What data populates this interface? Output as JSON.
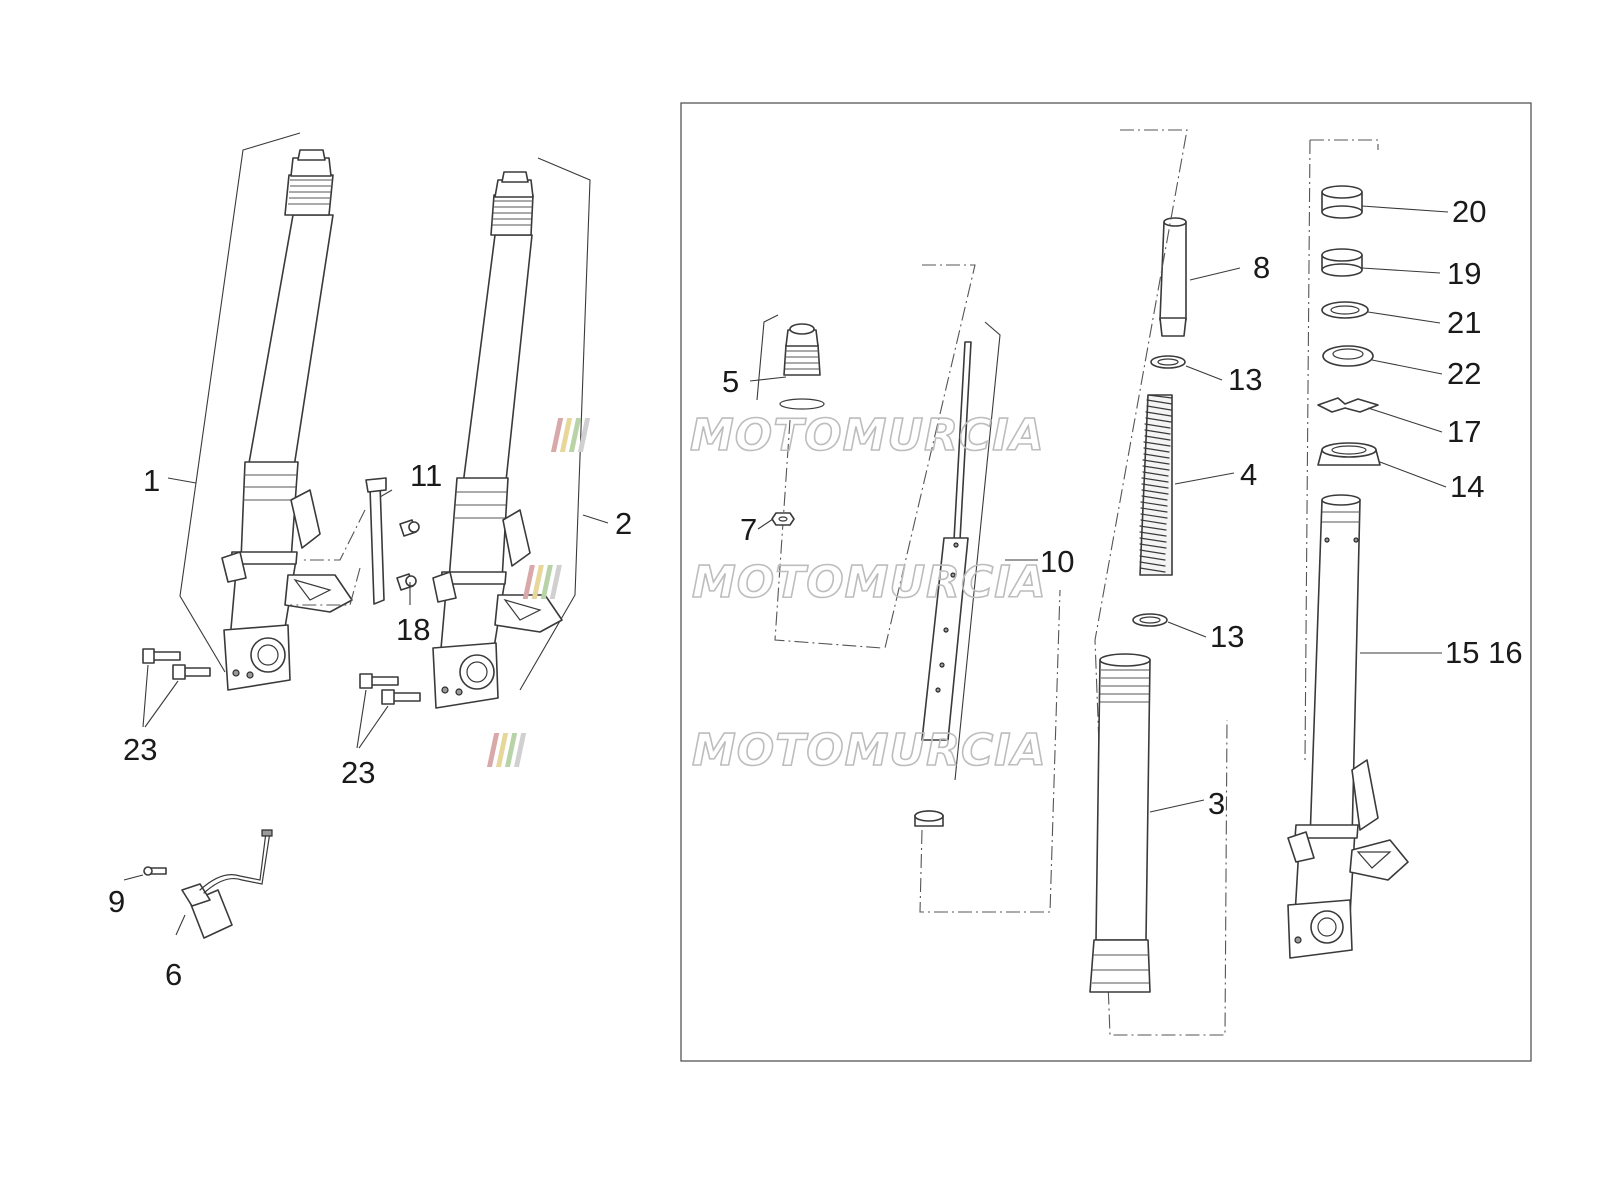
{
  "labels": [
    {
      "id": "1",
      "text": "1"
    },
    {
      "id": "2",
      "text": "2"
    },
    {
      "id": "3",
      "text": "3"
    },
    {
      "id": "4",
      "text": "4"
    },
    {
      "id": "5",
      "text": "5"
    },
    {
      "id": "6",
      "text": "6"
    },
    {
      "id": "7",
      "text": "7"
    },
    {
      "id": "8",
      "text": "8"
    },
    {
      "id": "9",
      "text": "9"
    },
    {
      "id": "10",
      "text": "10"
    },
    {
      "id": "11",
      "text": "11"
    },
    {
      "id": "13a",
      "text": "13"
    },
    {
      "id": "13b",
      "text": "13"
    },
    {
      "id": "14",
      "text": "14"
    },
    {
      "id": "1516",
      "text": "15 16"
    },
    {
      "id": "17",
      "text": "17"
    },
    {
      "id": "18",
      "text": "18"
    },
    {
      "id": "19",
      "text": "19"
    },
    {
      "id": "20",
      "text": "20"
    },
    {
      "id": "21",
      "text": "21"
    },
    {
      "id": "22",
      "text": "22"
    },
    {
      "id": "23a",
      "text": "23"
    },
    {
      "id": "23b",
      "text": "23"
    }
  ],
  "watermark": {
    "text": "MOTOMURCIA",
    "stripe_colors": [
      "#d9a8a8",
      "#e8d79a",
      "#b9d3a8"
    ]
  }
}
